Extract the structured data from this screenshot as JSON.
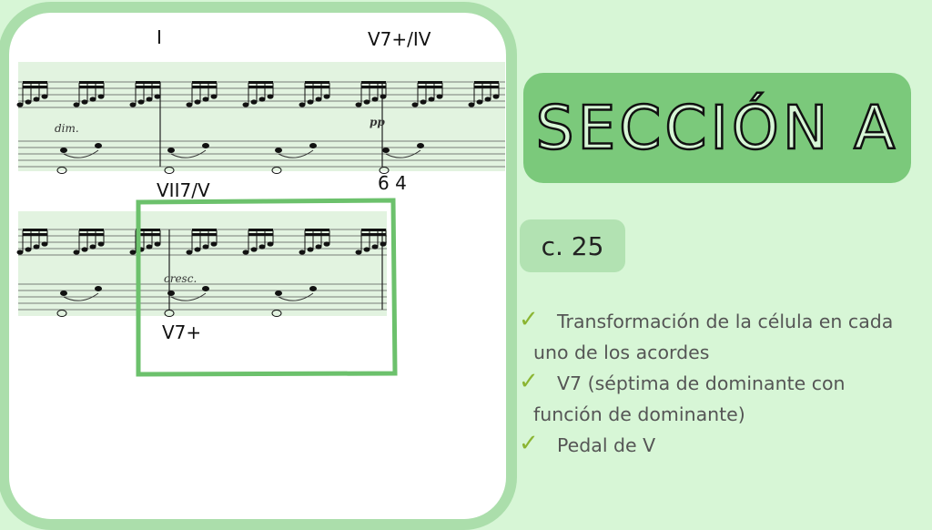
{
  "slide": {
    "title": "SECCIÓN A",
    "measure_label": "c. 25",
    "bullets": [
      {
        "icon": "check-icon",
        "text": "Transformación de la célula en cada uno de los acordes"
      },
      {
        "icon": "check-icon",
        "text": "V7 (séptima de dominante con función de dominante)"
      },
      {
        "icon": "check-icon",
        "text": "Pedal de V"
      }
    ]
  },
  "score": {
    "annotations": {
      "chord_1": "I",
      "chord_2": "V7+/IV",
      "chord_3": "VII7/V",
      "chord_4": "V7+",
      "figure": "6 4",
      "dynamic_dim": "dim.",
      "dynamic_pp": "pp",
      "dynamic_cresc": "cresc."
    }
  },
  "colors": {
    "background": "#d7f6d6",
    "frame": "#abdeab",
    "title_box": "#7bc97b",
    "measure_box": "#b2e2b2",
    "highlight": "#6cc16c",
    "check": "#8bb532"
  }
}
